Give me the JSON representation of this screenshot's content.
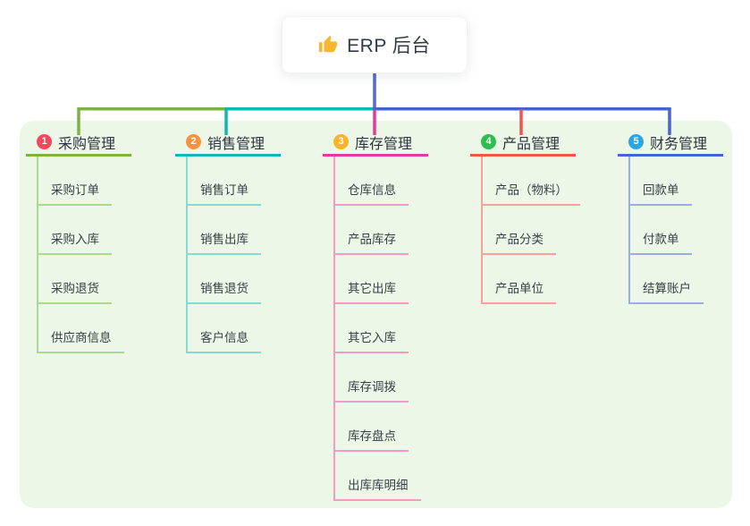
{
  "root": {
    "label": "ERP 后台",
    "icon": "thumbs-up",
    "icon_color": "#F5B72F",
    "connector_color": "#5767D5"
  },
  "canvas": {
    "background": "#ffffff",
    "panel_background": "#ECF7E7"
  },
  "branches": [
    {
      "num": "1",
      "label": "采购管理",
      "badge_color": "#F5485C",
      "line_color": "#7CB342",
      "sub_line_color": "#ABD98E",
      "items": [
        "采购订单",
        "采购入库",
        "采购退货",
        "供应商信息"
      ]
    },
    {
      "num": "2",
      "label": "销售管理",
      "badge_color": "#F8923E",
      "line_color": "#12B7AF",
      "sub_line_color": "#85DAD2",
      "items": [
        "销售订单",
        "销售出库",
        "销售退货",
        "客户信息"
      ]
    },
    {
      "num": "3",
      "label": "库存管理",
      "badge_color": "#FBB32A",
      "line_color": "#E6399B",
      "sub_line_color": "#F29BC6",
      "items": [
        "仓库信息",
        "产品库存",
        "其它出库",
        "其它入库",
        "库存调拨",
        "库存盘点",
        "出库库明细"
      ]
    },
    {
      "num": "4",
      "label": "产品管理",
      "badge_color": "#2EBE50",
      "line_color": "#F4534E",
      "sub_line_color": "#F9A29B",
      "items": [
        "产品（物料）",
        "产品分类",
        "产品单位"
      ]
    },
    {
      "num": "5",
      "label": "财务管理",
      "badge_color": "#2DA6E0",
      "line_color": "#4863D4",
      "sub_line_color": "#9AAEE4",
      "items": [
        "回款单",
        "付款单",
        "结算账户"
      ]
    }
  ]
}
